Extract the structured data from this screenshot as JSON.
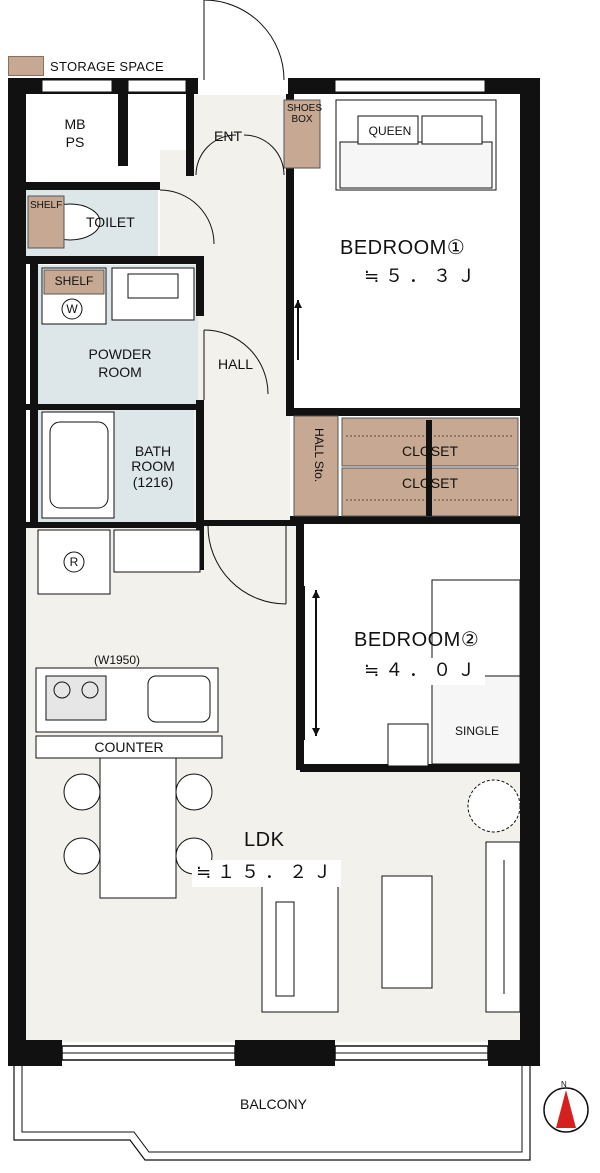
{
  "legend": {
    "color": "#c6a893",
    "label": "STORAGE SPACE"
  },
  "rooms": {
    "mb_ps_line1": "MB",
    "mb_ps_line2": "PS",
    "ent": "ENT",
    "shoes_box_line1": "SHOES",
    "shoes_box_line2": "BOX",
    "toilet": "TOILET",
    "shelf_toilet": "SHELF",
    "shelf_powder": "SHELF",
    "washer_symbol": "W",
    "powder_line1": "POWDER",
    "powder_line2": "ROOM",
    "hall": "HALL",
    "bath_line1": "BATH",
    "bath_line2": "ROOM",
    "bath_size": "(1216)",
    "hall_storage": "HALL Sto.",
    "closet_1": "CLOSET",
    "closet_2": "CLOSET",
    "fridge_symbol": "R",
    "kitchen_width": "(W1950)",
    "counter": "COUNTER",
    "bedroom1": "BEDROOM①",
    "bedroom1_area": "≒５．３Ｊ",
    "bed1_size": "QUEEN",
    "bedroom2": "BEDROOM②",
    "bedroom2_area": "≒４．０Ｊ",
    "bed2_size": "SINGLE",
    "ldk": "LDK",
    "ldk_area": "≒１５．２Ｊ",
    "balcony": "BALCONY"
  },
  "compass": {
    "north": "N"
  },
  "colors": {
    "wall": "#111111",
    "floor": "#f2f1ec",
    "wet": "#dde7ea",
    "storage": "#c6a893"
  }
}
